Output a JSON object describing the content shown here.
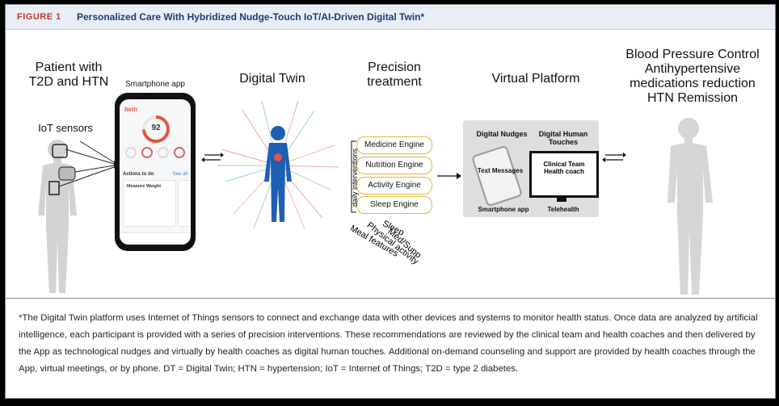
{
  "header": {
    "figure_label": "FIGURE 1",
    "title": "Personalized Care With Hybridized Nudge-Touch IoT/AI-Driven Digital Twin*"
  },
  "patient": {
    "title_line1": "Patient with",
    "title_line2": "T2D and HTN",
    "iot_label": "IoT sensors"
  },
  "smartphone": {
    "label": "Smartphone app",
    "app_brand": "twin",
    "score": "92",
    "actions_label": "Actions to do",
    "see_all": "See all",
    "card_title": "Measure Weight"
  },
  "digital_twin": {
    "label": "Digital Twin"
  },
  "precision": {
    "title_line1": "Precision",
    "title_line2": "treatment",
    "engines": [
      "Medicine Engine",
      "Nutrition Engine",
      "Activity Engine",
      "Sleep Engine"
    ],
    "vertical_label": "daily interventions",
    "diagonal_labels": [
      "Med/Supp",
      "Sleep",
      "Physical activity",
      "Meal features"
    ]
  },
  "virtual_platform": {
    "title": "Virtual Platform",
    "digital_nudges": "Digital Nudges",
    "digital_human_touches_line1": "Digital Human",
    "digital_human_touches_line2": "Touches",
    "text_messages": "Text Messages",
    "clinical_team": "Clinical Team",
    "health_coach": "Health coach",
    "smartphone_app": "Smartphone app",
    "telehealth": "Telehealth"
  },
  "outcomes": {
    "line1": "Blood Pressure Control",
    "line2": "Antihypertensive",
    "line3": "medications reduction",
    "line4": "HTN Remission"
  },
  "caption": "*The Digital Twin platform uses Internet of Things sensors to connect and exchange data with other devices and systems to monitor health status. Once data are analyzed by artificial intelligence, each participant is provided with a series of precision interventions. These recommendations are reviewed by the clinical team and health coaches and then delivered by the App as technological nudges and virtually by health coaches as digital human touches. Additional on-demand counseling and support are provided by health coaches through the App, virtual meetings, or by phone. DT = Digital Twin; HTN = hypertension; IoT = Internet of Things; T2D = type 2 diabetes.",
  "colors": {
    "header_bg": "#e9eef6",
    "figure_label": "#c0392b",
    "title": "#1f3b73",
    "engine_border": "#e0b43a",
    "body_silhouette": "#cfcfcf",
    "twin_body": "#1d5fb4"
  }
}
